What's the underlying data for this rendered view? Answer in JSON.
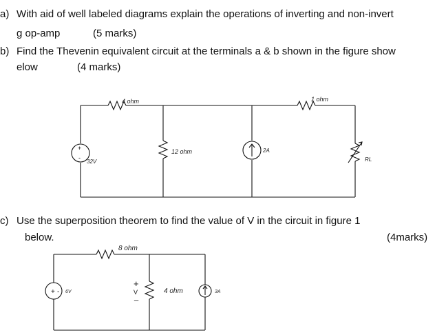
{
  "questions": {
    "a": {
      "marker": "a)",
      "line1": "With aid of well labeled diagrams explain the operations of inverting and non-invert",
      "line2": "g op-amp",
      "marks": "(5 marks)"
    },
    "b": {
      "marker": "b)",
      "line1": "Find the Thevenin equivalent circuit at the terminals a & b shown in the figure show",
      "line2": "elow",
      "marks": "(4 marks)"
    },
    "c": {
      "marker": "c)",
      "line1": "Use the superposition theorem to find the value of V in the circuit in figure 1",
      "line2": "below.",
      "marks": "(4marks)"
    }
  },
  "circuit_b": {
    "r1": "4 ohm",
    "r2": "1 ohm",
    "r3": "12 ohm",
    "vsource": "32V",
    "isource": "2A",
    "load": "RL"
  },
  "circuit_c": {
    "r1": "8 ohm",
    "r2": "4 ohm",
    "vsource": "6V",
    "isource": "3A",
    "v_plus": "+",
    "v_label": "V",
    "v_minus": "_"
  }
}
